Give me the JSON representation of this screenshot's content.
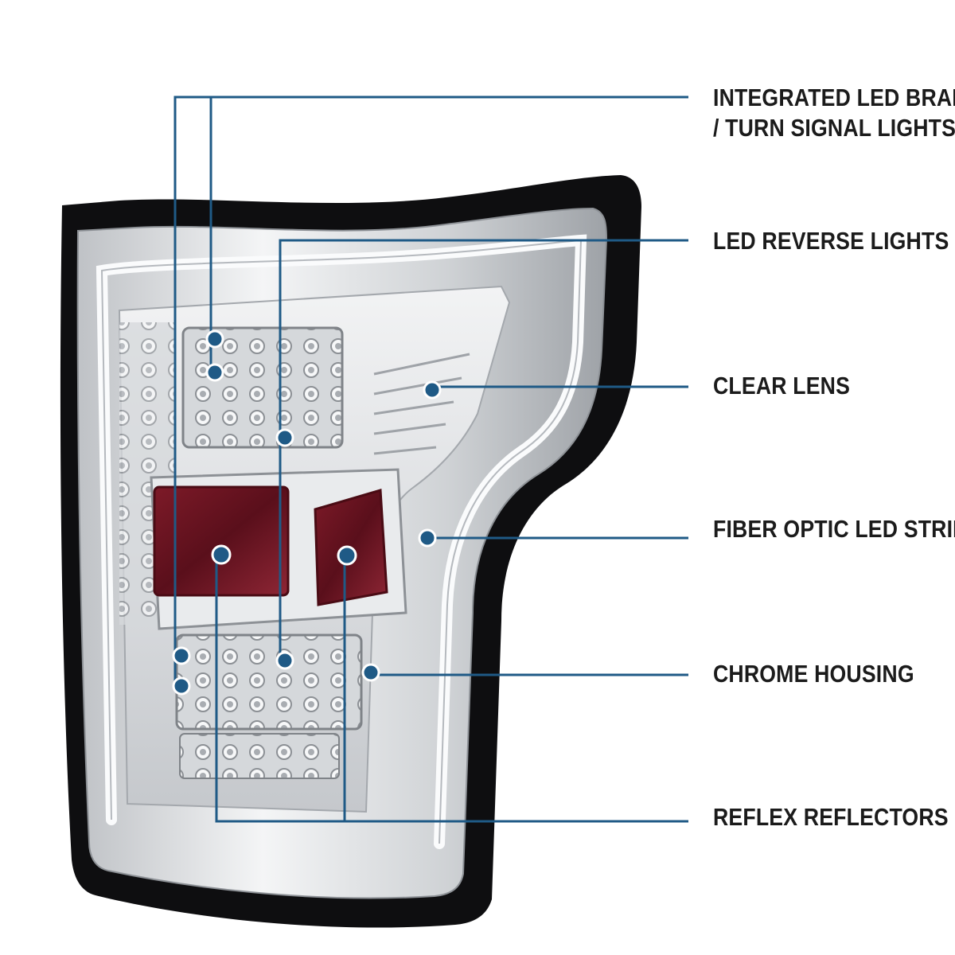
{
  "accent_color": "#1f5a86",
  "callouts": {
    "brake_turn": {
      "line1": "INTEGRATED LED BRAKE",
      "line2": "/ TURN SIGNAL LIGHTS"
    },
    "reverse": {
      "text": "LED REVERSE LIGHTS"
    },
    "clear_lens": {
      "text": "CLEAR LENS"
    },
    "fiber_optic": {
      "text": "FIBER OPTIC LED STRIP"
    },
    "chrome_housing": {
      "text": "CHROME HOUSING"
    },
    "reflex_reflectors": {
      "text": "REFLEX REFLECTORS"
    }
  }
}
